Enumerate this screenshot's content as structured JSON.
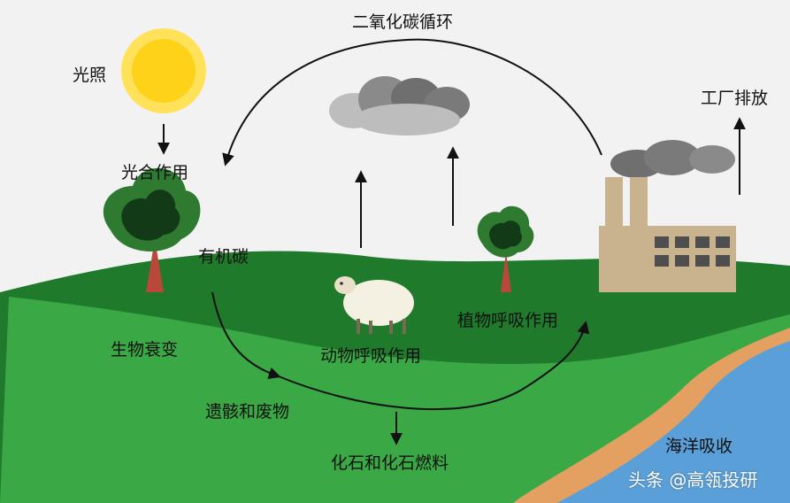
{
  "labels": {
    "cycle_title": "二氧化碳循环",
    "sunlight": "光照",
    "photosynthesis": "光合作用",
    "organic_carbon": "有机碳",
    "decay": "生物衰变",
    "animal_respiration": "动物呼吸作用",
    "plant_respiration": "植物呼吸作用",
    "remains_waste": "遗骸和废物",
    "fossil_fuels": "化石和化石燃料",
    "factory_emission": "工厂排放",
    "ocean_absorption": "海洋吸收"
  },
  "watermark": "头条 @高瓴投研",
  "colors": {
    "background": "#f2f2f2",
    "grass_dark": "#1f7a2c",
    "grass_light": "#3aa844",
    "sea": "#5b9fd8",
    "sand": "#e4a060",
    "sun": "#ffd21a",
    "cloud": "#6f6f6f",
    "factory": "#c9b28e"
  }
}
